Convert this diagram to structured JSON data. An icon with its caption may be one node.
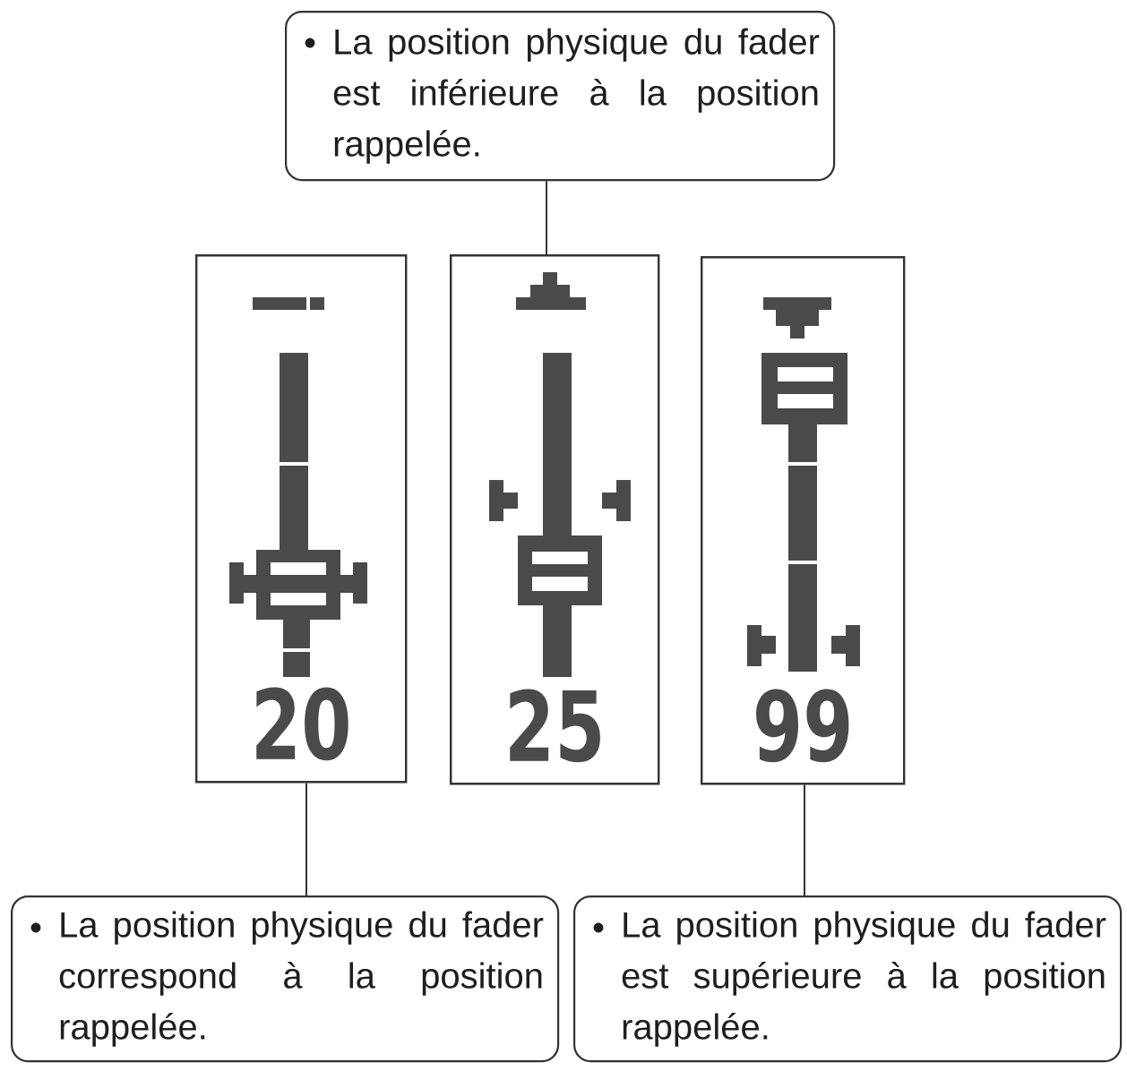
{
  "diagram": {
    "nodes": [
      {
        "text": [
          "La position physique du fader est inférieure à la position rappelée."
        ]
      },
      {
        "text": [
          "20"
        ]
      },
      {
        "text": [
          "25"
        ]
      },
      {
        "text": [
          "99"
        ]
      },
      {
        "text": [
          "La position physique du fader correspond à la position rappelée."
        ]
      },
      {
        "text": [
          "La position physique du fader est supérieure à la position rappelée."
        ]
      }
    ],
    "edges": [
      {
        "from": 0,
        "to": 2,
        "arrow": "none"
      },
      {
        "from": 1,
        "to": 4,
        "arrow": "none"
      },
      {
        "from": 3,
        "to": 5,
        "arrow": "none"
      }
    ]
  }
}
